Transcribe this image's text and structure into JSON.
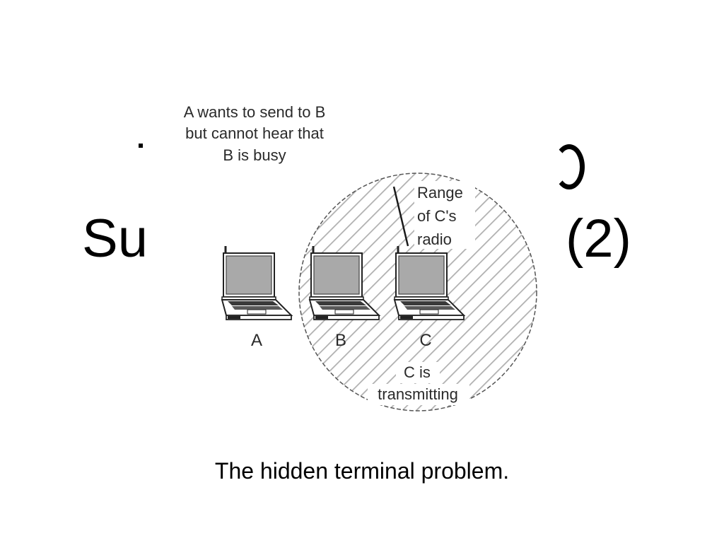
{
  "slide": {
    "title_fragment_left": "Su",
    "title_fragment_right": "(2)",
    "caption": "The hidden terminal problem."
  },
  "diagram": {
    "annotation_line_1": "A wants to send to B",
    "annotation_line_2": "but cannot hear that",
    "annotation_line_3": "B is busy",
    "range_label_line_1": "Range",
    "range_label_line_2": "of C's",
    "range_label_line_3": "radio",
    "transmit_label_line_1": "C is",
    "transmit_label_line_2": "transmitting",
    "nodes": [
      {
        "label": "A",
        "icon": "laptop-icon"
      },
      {
        "label": "B",
        "icon": "laptop-icon"
      },
      {
        "label": "C",
        "icon": "laptop-icon"
      }
    ],
    "colors": {
      "hatch": "#b0b0b0",
      "circle_border": "#555555",
      "screen": "#a9a9a9",
      "ink": "#2a2a2a"
    }
  }
}
